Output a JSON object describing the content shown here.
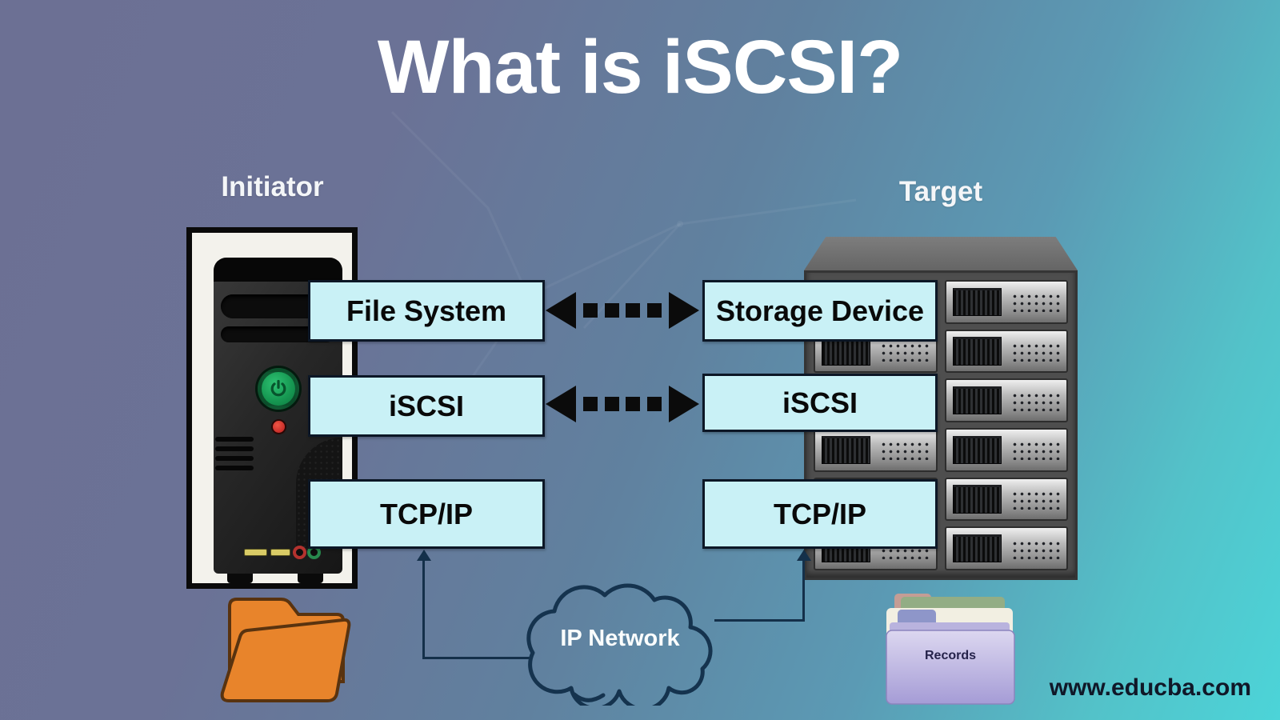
{
  "title": "What is iSCSI?",
  "initiator": {
    "label": "Initiator",
    "layers": [
      "File System",
      "iSCSI",
      "TCP/IP"
    ]
  },
  "target": {
    "label": "Target",
    "layers": [
      "Storage Device",
      "iSCSI",
      "TCP/IP"
    ]
  },
  "network": {
    "label": "IP Network"
  },
  "records_folder": {
    "label": "Records"
  },
  "watermark": "www.educba.com",
  "colors": {
    "background_left": "#6c7094",
    "background_right": "#4cd4d8",
    "box_fill": "#c9f1f6",
    "box_border": "#0c1726",
    "connector_line": "#14304a",
    "arrow_black": "#0b0b0b",
    "title_text": "#ffffff",
    "folder_orange": "#e8842b",
    "records_lavender": "#b2a9db",
    "power_button_green": "#1fa35d",
    "led_red": "#d32f2f"
  }
}
